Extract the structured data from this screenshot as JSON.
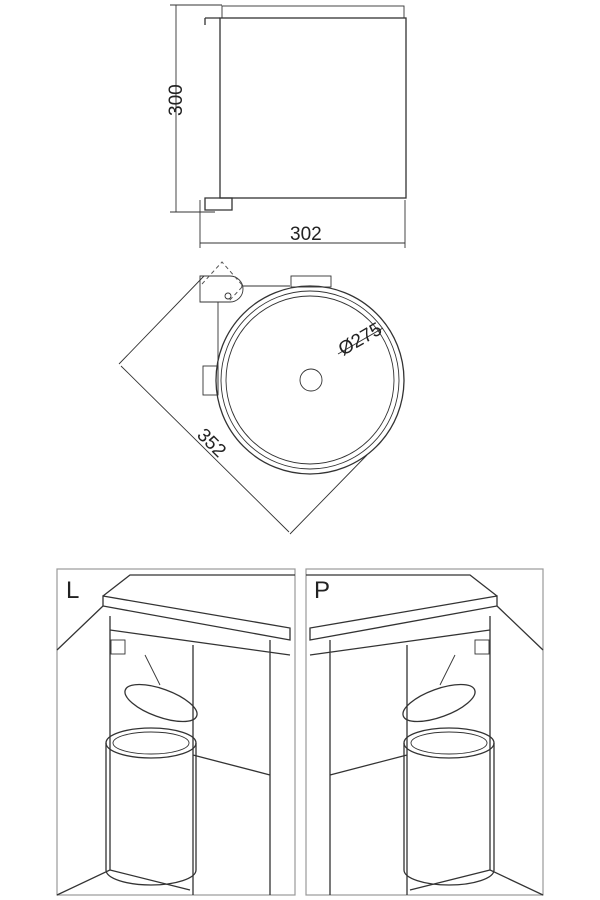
{
  "side_view": {
    "height_label": "300",
    "width_label": "302"
  },
  "top_view": {
    "diagonal_label": "352",
    "diameter_label": "Ø275"
  },
  "installations": [
    {
      "label": "L"
    },
    {
      "label": "P"
    }
  ]
}
